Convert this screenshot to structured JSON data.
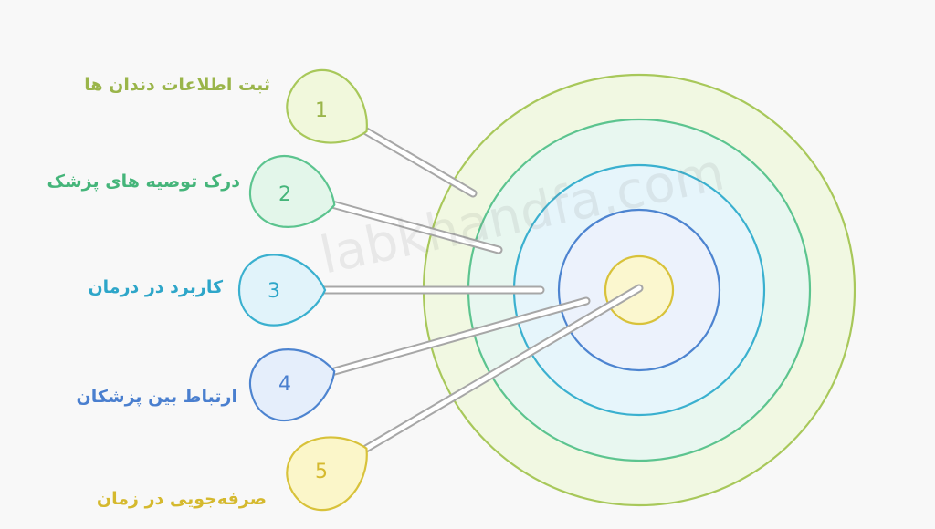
{
  "diagram": {
    "rings": [
      {
        "stroke": "#a8c85a",
        "fill": "#f1f8e2"
      },
      {
        "stroke": "#5cc48f",
        "fill": "#e8f7f0"
      },
      {
        "stroke": "#3ab0cf",
        "fill": "#e6f5fb"
      },
      {
        "stroke": "#4d84d0",
        "fill": "#ecf2fc"
      },
      {
        "stroke": "#d8c23a",
        "fill": "#fbf7cf"
      }
    ],
    "items": [
      {
        "number": "1",
        "label": "ثبت اطلاعات دندان ها",
        "stroke": "#a8c85a",
        "fill": "#f1f8dc",
        "text_color": "#9ab54a"
      },
      {
        "number": "2",
        "label": "درک توصیه های پزشک",
        "stroke": "#5cc48f",
        "fill": "#e3f6ea",
        "text_color": "#45b57a"
      },
      {
        "number": "3",
        "label": "کاربرد در درمان",
        "stroke": "#3ab0cf",
        "fill": "#e1f3fa",
        "text_color": "#2ea6c9"
      },
      {
        "number": "4",
        "label": "ارتباط بین پزشکان",
        "stroke": "#4d84d0",
        "fill": "#e5eefb",
        "text_color": "#4a7fcf"
      },
      {
        "number": "5",
        "label": "صرفه‌جویی در زمان",
        "stroke": "#d8c23a",
        "fill": "#fbf6c9",
        "text_color": "#d5b92e"
      }
    ]
  },
  "watermark": "labkhandfa.com"
}
